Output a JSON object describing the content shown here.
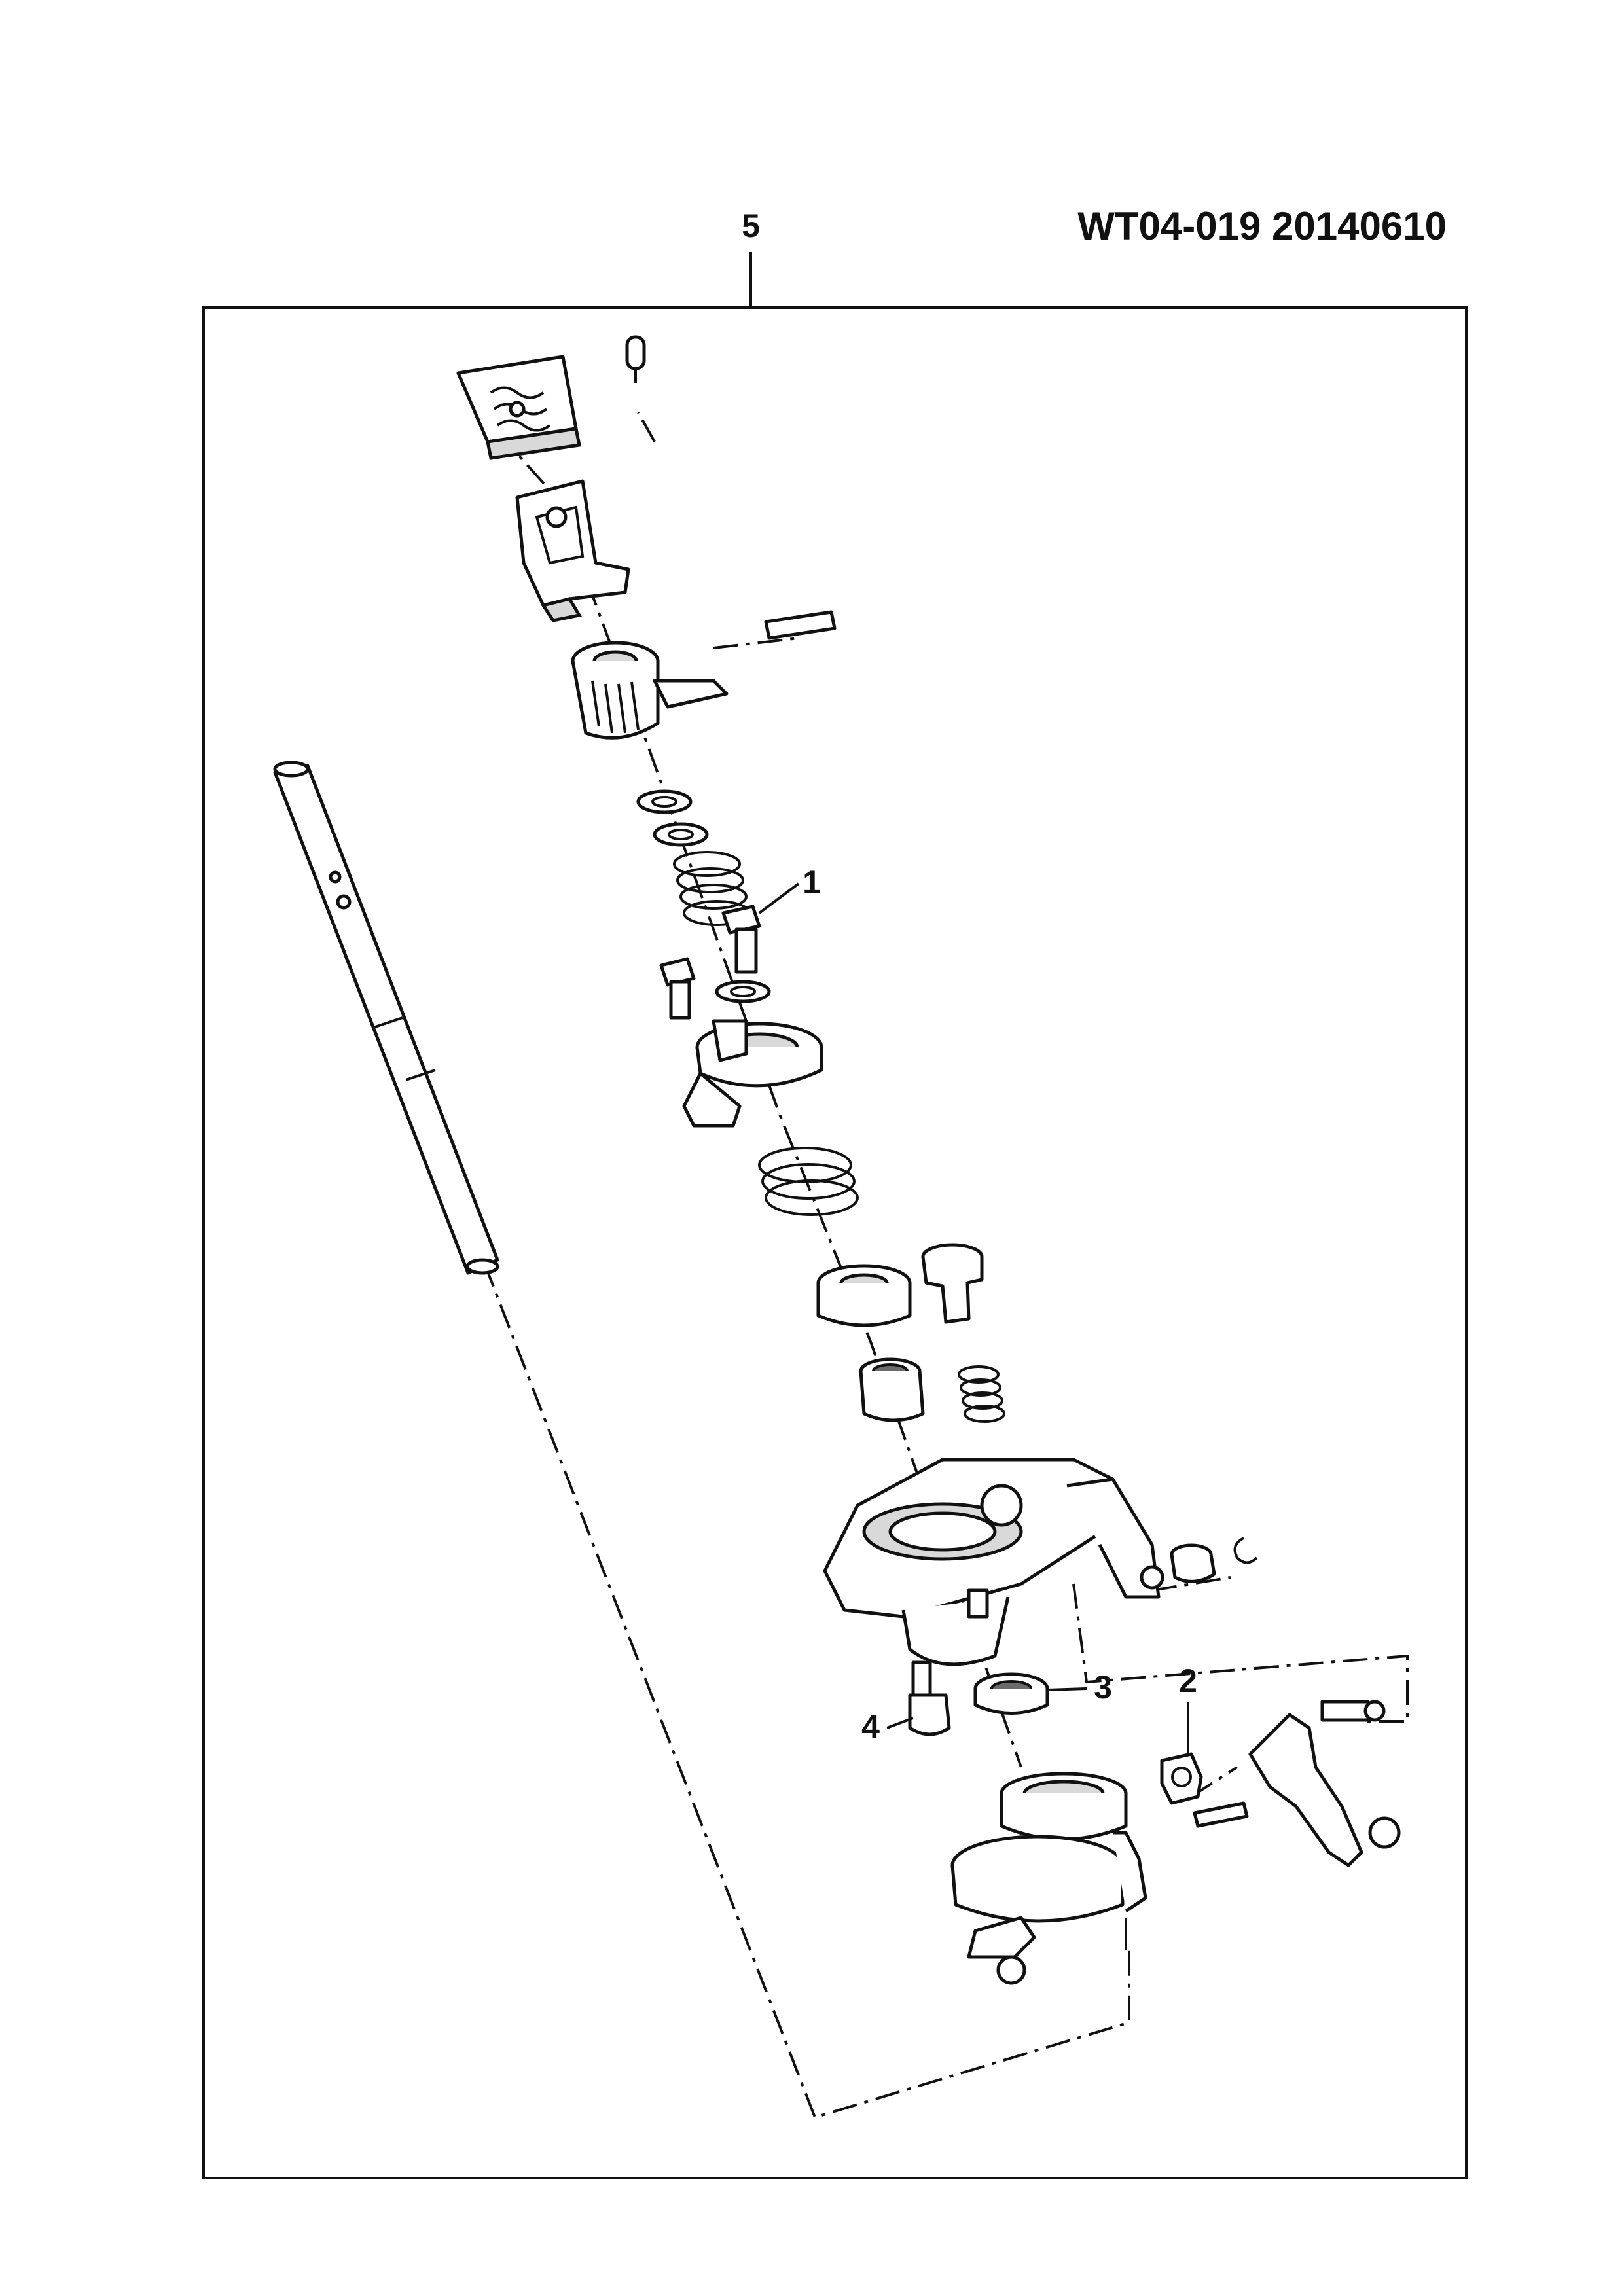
{
  "document": {
    "id": "WT04-019 20140610"
  },
  "callouts": {
    "assembly": "5",
    "item1": "1",
    "item2": "2",
    "item3": "3",
    "item4": "4"
  },
  "colors": {
    "line": "#111111",
    "fill": "#ffffff",
    "shade": "#d9d9d9"
  }
}
